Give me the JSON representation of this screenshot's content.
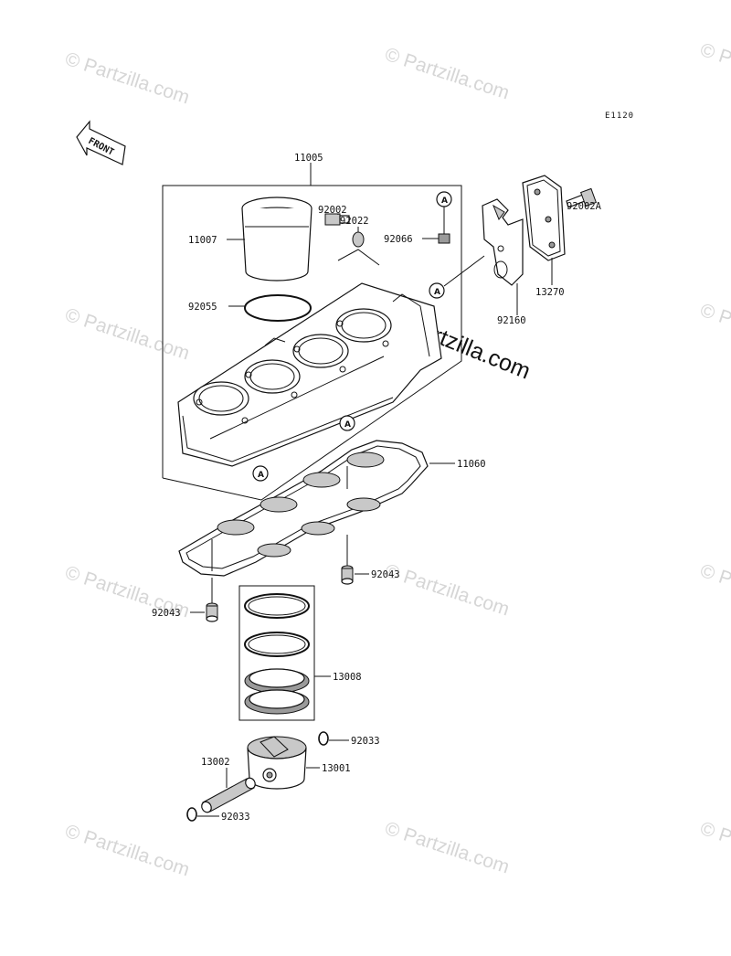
{
  "diagram_code": "E1120",
  "front_label": "FRONT",
  "ref_marker": "A",
  "watermark": "© Partzilla.com",
  "watermark_large": "© Partzilla.com",
  "parts": {
    "p11005": "11005",
    "p11007": "11007",
    "p92002": "92002",
    "p92022": "92022",
    "p92066": "92066",
    "p92055": "92055",
    "p92160": "92160",
    "p13270": "13270",
    "p92002A": "92002A",
    "p11060": "11060",
    "p92043a": "92043",
    "p92043b": "92043",
    "p13008": "13008",
    "p92033a": "92033",
    "p13001": "13001",
    "p13002": "13002",
    "p92033b": "92033"
  }
}
